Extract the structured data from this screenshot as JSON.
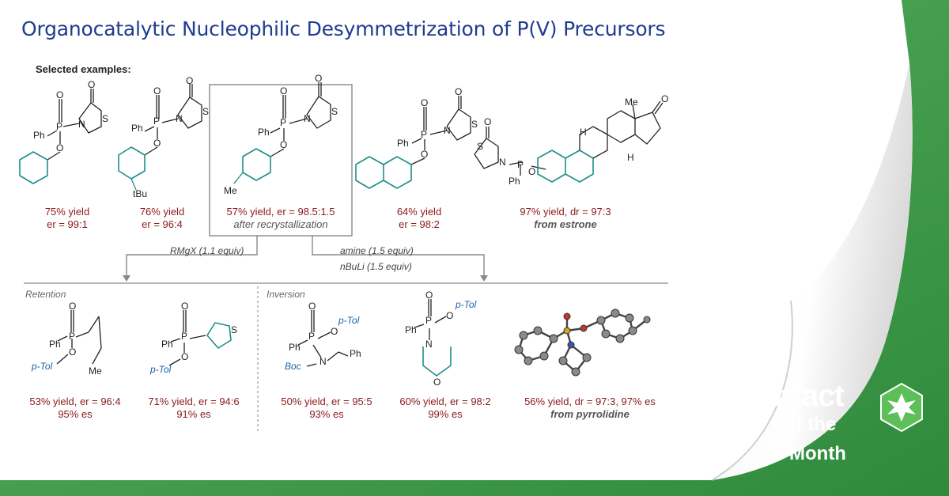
{
  "title": "Organocatalytic Nucleophilic Desymmetrization of P(V) Precursors",
  "scheme": {
    "heading": "Selected examples:",
    "examples": [
      {
        "line1": "75% yield",
        "line2": "er = 99:1"
      },
      {
        "line1": "76% yield",
        "line2": "er = 96:4",
        "label": "tBu"
      },
      {
        "line1": "57% yield, er = 98.5:1.5",
        "line2": "after recrystallization",
        "label": "Me"
      },
      {
        "line1": "64% yield",
        "line2": "er = 98:2"
      },
      {
        "line1": "97% yield, dr = 97:3",
        "line2": "from estrone",
        "label": "Me"
      }
    ],
    "conditions": {
      "left": "RMgX (1.1 equiv)",
      "right1": "amine (1.5 equiv)",
      "right2": "nBuLi (1.5 equiv)"
    },
    "sections": {
      "left": "Retention",
      "right": "Inversion"
    },
    "products": [
      {
        "line1": "53% yield, er = 96:4",
        "line2": "95% es",
        "label": "p-Tol",
        "label2": "Me"
      },
      {
        "line1": "71% yield, er = 94:6",
        "line2": "91% es",
        "label": "p-Tol"
      },
      {
        "line1": "50% yield, er = 95:5",
        "line2": "93% es",
        "label": "p-Tol",
        "label2": "Boc",
        "label3": "Ph"
      },
      {
        "line1": "60% yield, er = 98:2",
        "line2": "99% es",
        "label": "p-Tol"
      },
      {
        "line1": "56% yield, dr = 97:3, 97% es",
        "line2": "from pyrrolidine"
      }
    ],
    "atoms": {
      "Ph": "Ph",
      "P": "P",
      "O": "O",
      "N": "N",
      "S": "S",
      "H": "H"
    }
  },
  "brand": {
    "line1": "Synfact",
    "line2": "of the",
    "line3": "Month"
  },
  "colors": {
    "title": "#1f3c8f",
    "teal": "#1c8f8a",
    "result": "#8b1a1a",
    "green": "#3a9b46",
    "blue_label": "#1c63a8"
  }
}
